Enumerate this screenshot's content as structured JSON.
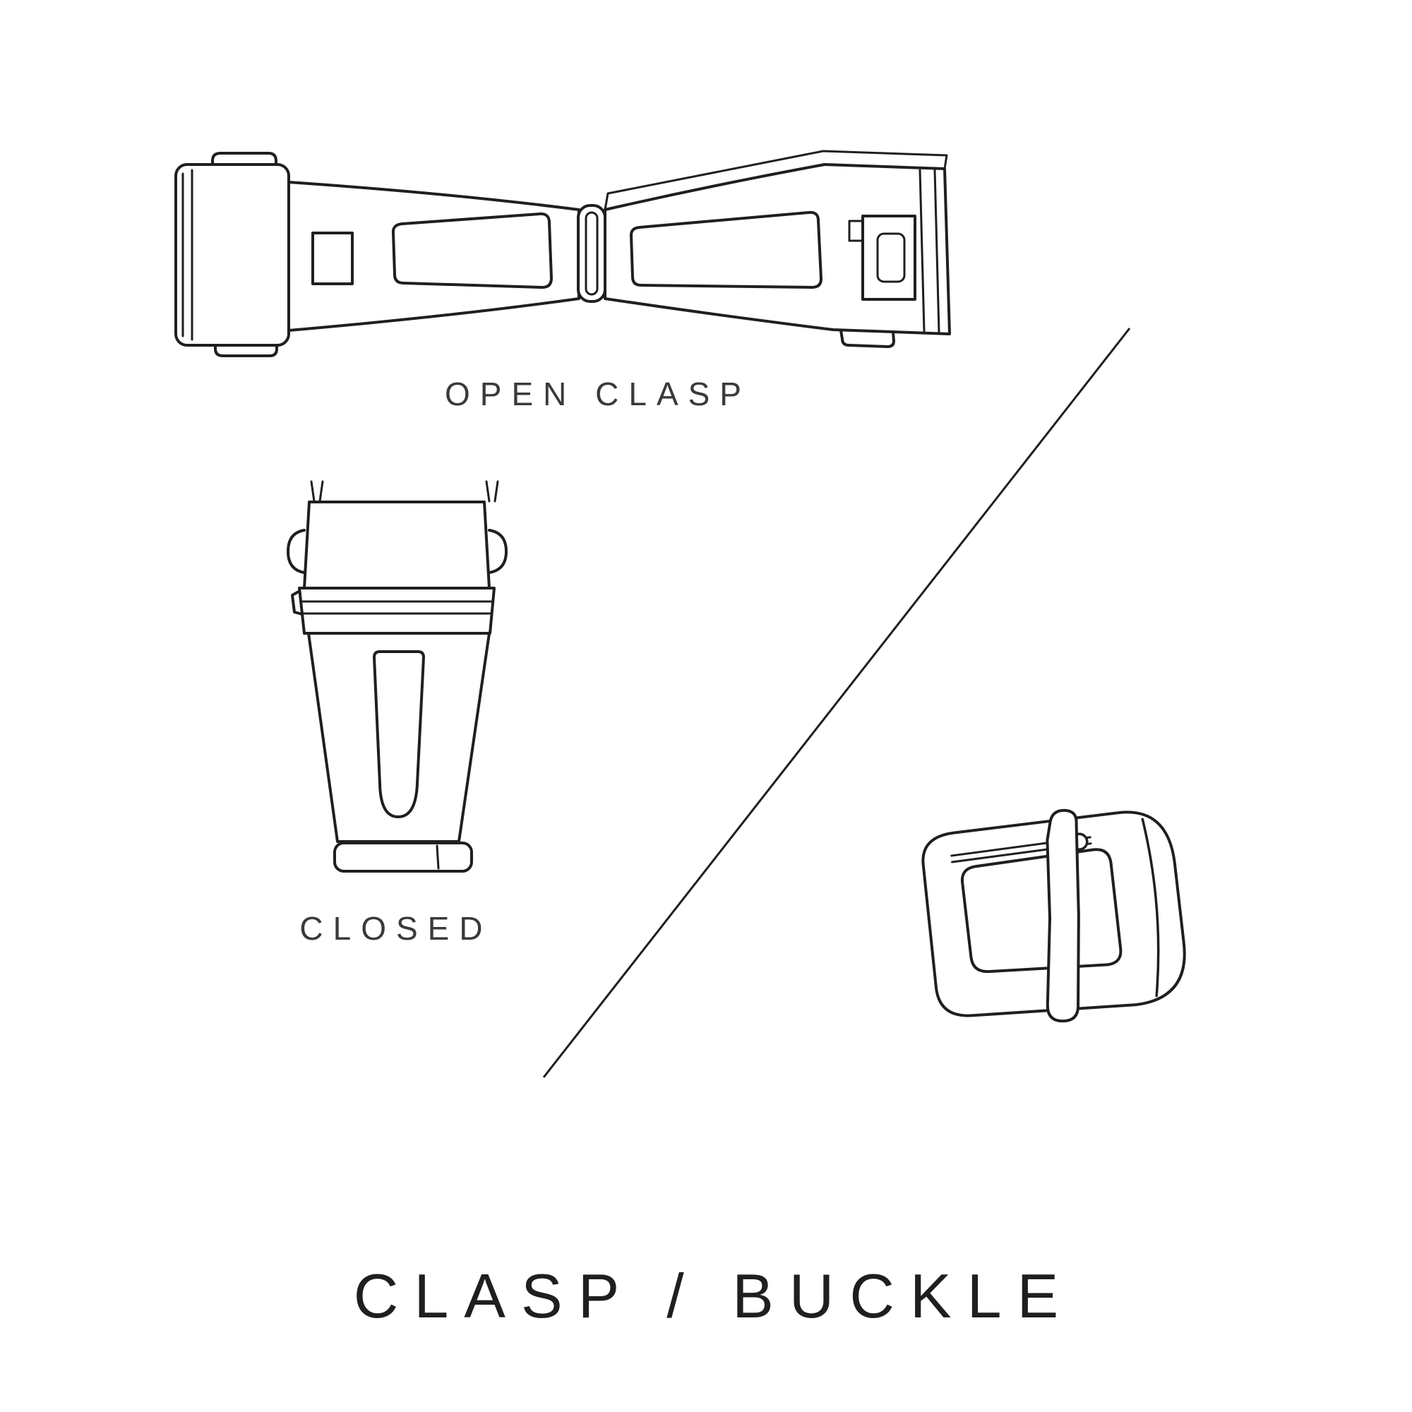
{
  "meta": {
    "background": "#ffffff",
    "line_color": "#1f1f1f",
    "label_color": "#3a3a3a",
    "title_color": "#1f1f1f"
  },
  "diagram": {
    "open_clasp_label": "OPEN CLASP",
    "closed_label": "CLOSED",
    "title": "CLASP / BUCKLE"
  }
}
